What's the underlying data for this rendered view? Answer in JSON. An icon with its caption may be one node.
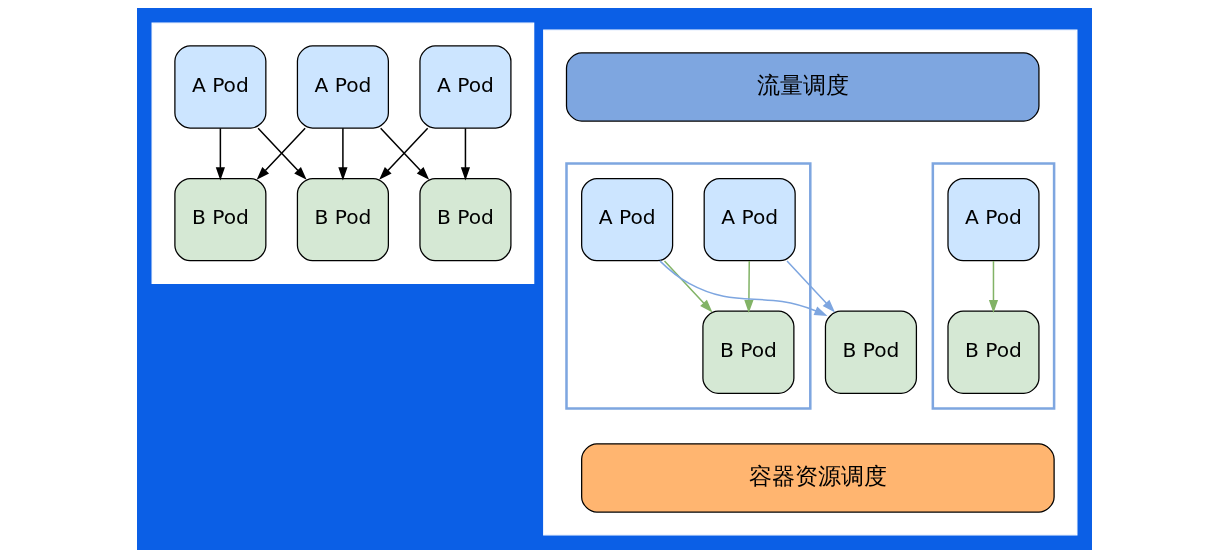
{
  "diagram": {
    "nodes": [
      {
        "text": [],
        "shape": "box"
      },
      {
        "text": [
          "A Pod"
        ],
        "in": 0
      },
      {
        "text": [
          "A Pod"
        ],
        "in": 0
      },
      {
        "text": [
          "A Pod"
        ],
        "in": 0
      },
      {
        "text": [
          "B Pod"
        ],
        "in": 0
      },
      {
        "text": [
          "B Pod"
        ],
        "in": 0
      },
      {
        "text": [
          "B Pod"
        ],
        "in": 0
      },
      {
        "text": [],
        "shape": "box"
      },
      {
        "text": [
          "流量调度"
        ],
        "in": 7
      },
      {
        "text": [],
        "shape": "box",
        "in": 7
      },
      {
        "text": [
          "A Pod"
        ],
        "in": 9
      },
      {
        "text": [
          "A Pod"
        ],
        "in": 9
      },
      {
        "text": [
          "B Pod"
        ],
        "in": 9
      },
      {
        "text": [
          "B Pod"
        ],
        "in": 7
      },
      {
        "text": [],
        "shape": "box",
        "in": 7
      },
      {
        "text": [
          "A Pod"
        ],
        "in": 14
      },
      {
        "text": [
          "B Pod"
        ],
        "in": 14
      },
      {
        "text": [
          "容器资源调度"
        ],
        "in": 7
      }
    ],
    "edges": [
      {
        "from": 1,
        "to": 4,
        "arrow": "to"
      },
      {
        "from": 1,
        "to": 5,
        "arrow": "to"
      },
      {
        "from": 2,
        "to": 4,
        "arrow": "to"
      },
      {
        "from": 2,
        "to": 5,
        "arrow": "to"
      },
      {
        "from": 2,
        "to": 6,
        "arrow": "to"
      },
      {
        "from": 3,
        "to": 5,
        "arrow": "to"
      },
      {
        "from": 3,
        "to": 6,
        "arrow": "to"
      },
      {
        "from": 10,
        "to": 12,
        "arrow": "to",
        "color": "#82b366"
      },
      {
        "from": 10,
        "to": 13,
        "arrow": "to",
        "color": "#7ea6e0"
      },
      {
        "from": 11,
        "to": 12,
        "arrow": "to",
        "color": "#82b366"
      },
      {
        "from": 11,
        "to": 13,
        "arrow": "to",
        "color": "#7ea6e0"
      },
      {
        "from": 15,
        "to": 16,
        "arrow": "to",
        "color": "#82b366"
      }
    ]
  }
}
